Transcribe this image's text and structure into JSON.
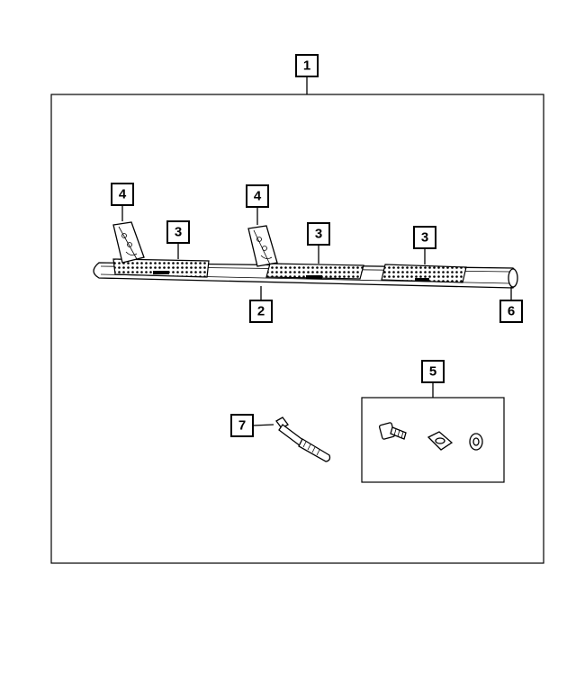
{
  "callouts": {
    "assembly": "1",
    "running_board": "2",
    "step_pad_left": "3",
    "step_pad_middle": "3",
    "step_pad_right": "3",
    "bracket_left": "4",
    "bracket_right": "4",
    "hardware_kit": "5",
    "end_cap": "6",
    "tool": "7"
  }
}
